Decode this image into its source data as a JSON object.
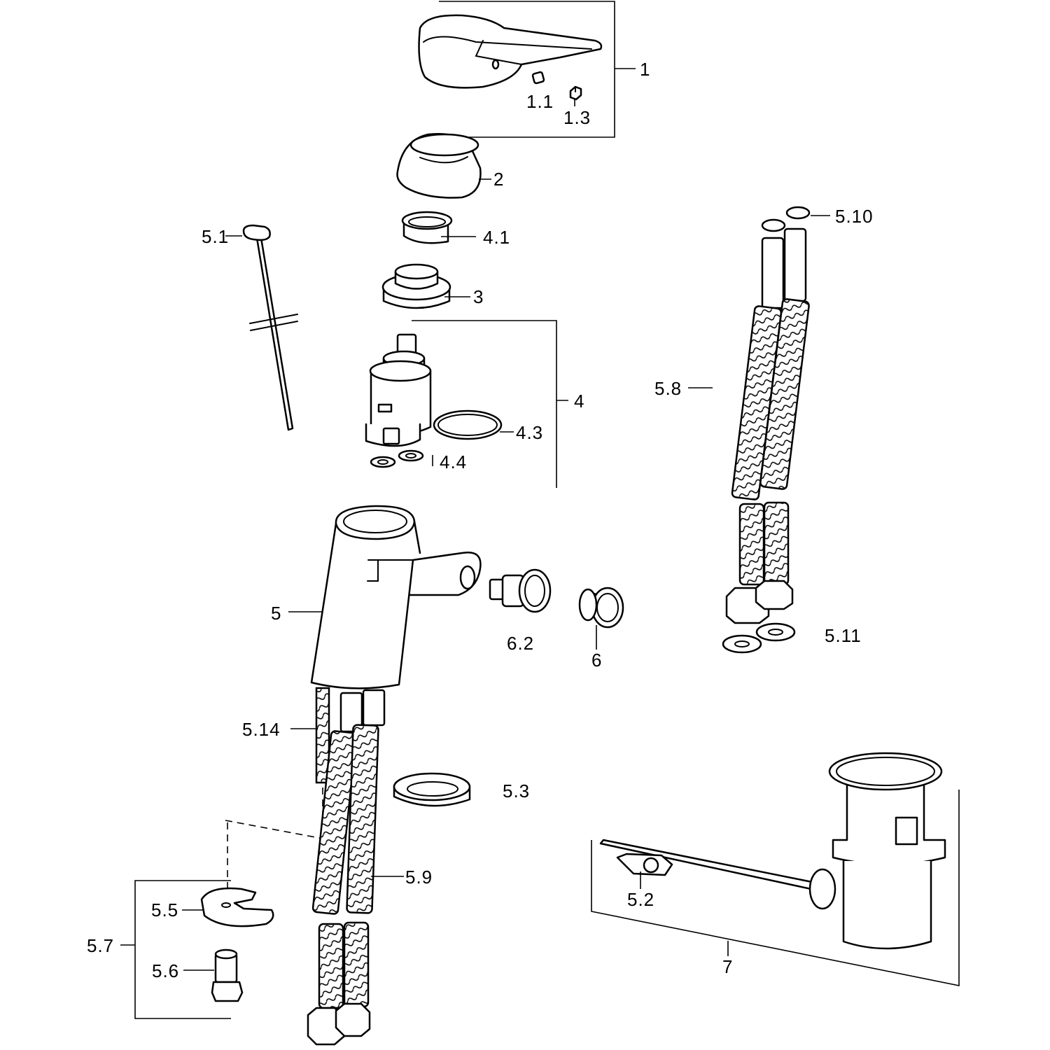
{
  "labels": {
    "p1": "1",
    "p1_1": "1.1",
    "p1_3": "1.3",
    "p2": "2",
    "p3": "3",
    "p4": "4",
    "p4_1": "4.1",
    "p4_3": "4.3",
    "p4_4": "4.4",
    "p5": "5",
    "p5_1": "5.1",
    "p5_2": "5.2",
    "p5_3": "5.3",
    "p5_5": "5.5",
    "p5_6": "5.6",
    "p5_7": "5.7",
    "p5_8": "5.8",
    "p5_9": "5.9",
    "p5_10": "5.10",
    "p5_11": "5.11",
    "p5_14": "5.14",
    "p6": "6",
    "p6_2": "6.2",
    "p7": "7"
  }
}
